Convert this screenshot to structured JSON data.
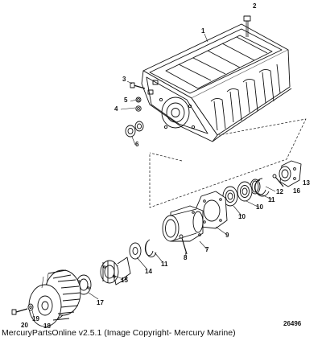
{
  "caption": "MercuryPartsOnline v2.5.1 (Image Copyright- Mercury Marine)",
  "figure_id": "26496",
  "callouts": [
    "1",
    "2",
    "3",
    "4",
    "5",
    "6",
    "7",
    "8",
    "9",
    "10",
    "10",
    "11",
    "11",
    "12",
    "13",
    "14",
    "15",
    "16",
    "17",
    "18",
    "19",
    "20"
  ]
}
